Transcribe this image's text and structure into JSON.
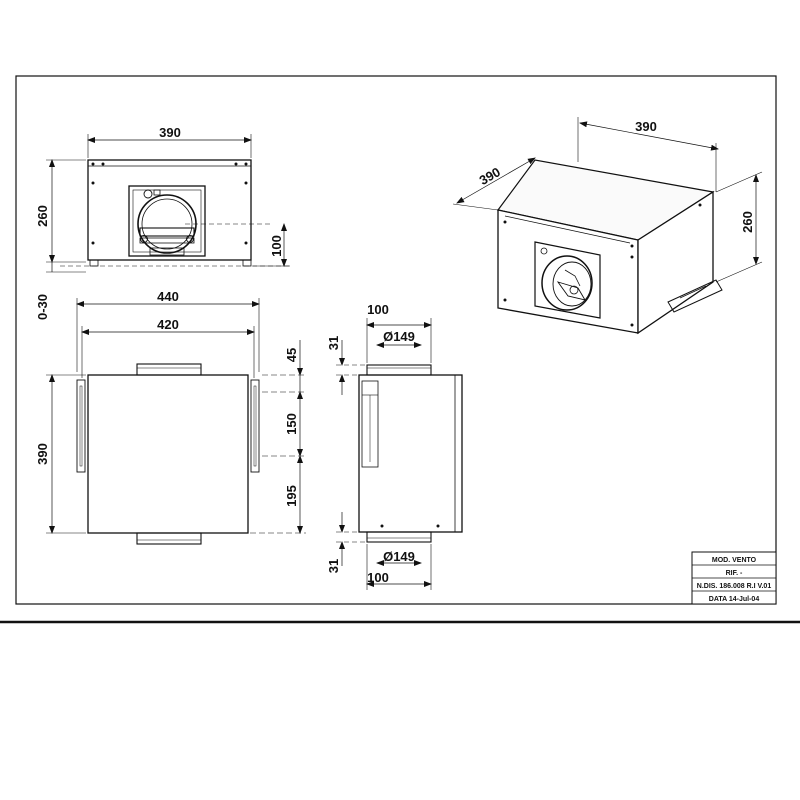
{
  "top_view": {
    "width": "390",
    "height": "260",
    "offset": "0-30",
    "outlet_height": "100"
  },
  "plan_view": {
    "outer_width": "440",
    "inner_width": "420",
    "depth": "390",
    "dim_top": "45",
    "dim_middle": "150",
    "dim_bottom": "195"
  },
  "side_view": {
    "spigot_top_width": "100",
    "spigot_top_diameter": "Ø149",
    "spigot_top_length": "31",
    "spigot_bottom_width": "100",
    "spigot_bottom_diameter": "Ø149",
    "spigot_bottom_length": "31"
  },
  "iso_view": {
    "width": "390",
    "depth": "390",
    "height": "260"
  },
  "title_block": {
    "model": "MOD. VENTO",
    "ref": "RIF. -",
    "drawing_no": "N.DIS. 186.008 R.I V.01",
    "date": "DATA 14-Jul-04"
  }
}
